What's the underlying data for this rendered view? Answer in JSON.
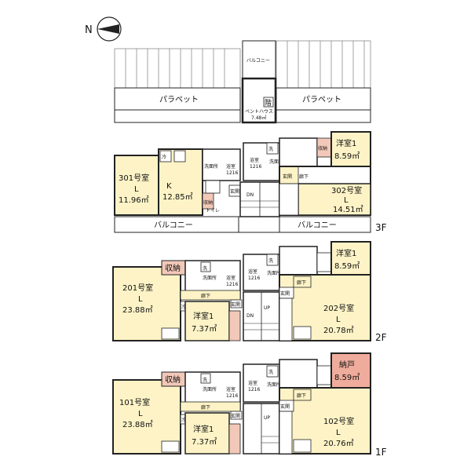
{
  "compass": {
    "north": "N"
  },
  "roof": {
    "balcony": "バルコニー",
    "parapet_left": "パラペット",
    "parapet_right": "パラペット",
    "penthouse_mark": "階",
    "penthouse_name": "ペントハウス",
    "penthouse_area": "7.48㎡"
  },
  "floor3": {
    "label": "3F",
    "unit301": {
      "name": "301号室",
      "type": "L",
      "area": "11.96㎡"
    },
    "kitchen": {
      "name": "K",
      "area": "12.85㎡"
    },
    "unit302": {
      "name": "302号室",
      "type": "L",
      "area": "14.51㎡"
    },
    "bedroom1": {
      "name": "洋室1",
      "area": "8.59㎡"
    },
    "balcony_left": "バルコニー",
    "balcony_right": "バルコニー",
    "storage": "収納",
    "entrance": "玄関",
    "corridor": "廊下",
    "washroom": "洗面所",
    "wash": "洗",
    "fridge": "冷",
    "bath": "浴室",
    "bath_size": "1216",
    "toilet": "トイレ",
    "dn": "DN"
  },
  "floor2": {
    "label": "2F",
    "unit201": {
      "name": "201号室",
      "type": "L",
      "area": "23.88㎡"
    },
    "bedroom1_left": {
      "name": "洋室1",
      "area": "7.37㎡"
    },
    "unit202": {
      "name": "202号室",
      "type": "L",
      "area": "20.78㎡"
    },
    "bedroom1_right": {
      "name": "洋室1",
      "area": "8.59㎡"
    },
    "storage": "収納",
    "corridor_left": "廊下",
    "corridor_right": "廊下",
    "entrance_left": "玄関",
    "entrance_right": "玄関",
    "washroom_left": "洗面所",
    "washroom_right": "洗面所",
    "wash": "洗",
    "fridge": "冷",
    "bath": "浴室",
    "bath_size": "1216",
    "dn": "DN",
    "up": "UP"
  },
  "floor1": {
    "label": "1F",
    "unit101": {
      "name": "101号室",
      "type": "L",
      "area": "23.88㎡"
    },
    "bedroom1": {
      "name": "洋室1",
      "area": "7.37㎡"
    },
    "unit102": {
      "name": "102号室",
      "type": "L",
      "area": "20.76㎡"
    },
    "closet": {
      "name": "納戸",
      "area": "8.59㎡"
    },
    "storage": "収納",
    "corridor_left": "廊下",
    "corridor_right": "廊下",
    "entrance_left": "玄関",
    "entrance_right": "玄関",
    "washroom_left": "洗面所",
    "washroom_right": "洗面所",
    "wash": "洗",
    "fridge": "冷",
    "bath": "浴室",
    "bath_size": "1216",
    "up": "UP"
  },
  "colors": {
    "room": "#fdf3c6",
    "storage": "#f2c8b8",
    "closet": "#efac9c",
    "wet": "#ffffff",
    "wall": "#222222",
    "balcony": "#ffffff",
    "parapet_fill": "#ffffff"
  }
}
